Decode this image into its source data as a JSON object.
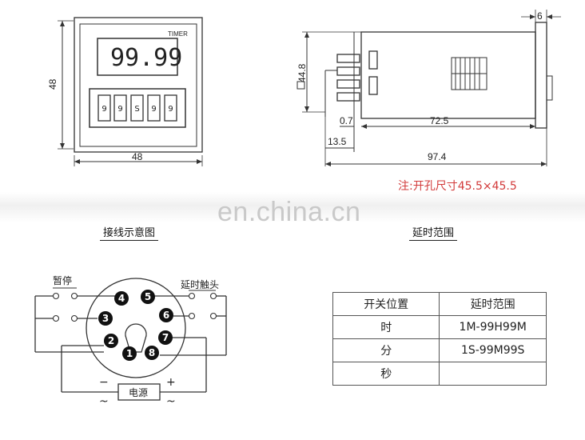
{
  "front_view": {
    "display": "99.99",
    "timer_label": "TIMER",
    "dial_digits": [
      "9",
      "9",
      "S",
      "9",
      "9"
    ],
    "dim_height": "48",
    "dim_width": "48"
  },
  "side_view": {
    "dim_width_top": "6",
    "dim_height": "44.8",
    "dim_a": "0.7",
    "dim_b": "72.5",
    "dim_c": "13.5",
    "dim_total": "97.4"
  },
  "note": "注:开孔尺寸45.5×45.5",
  "watermark": "en.china.cn",
  "captions": {
    "wiring": "接线示意图",
    "timing": "延时范围"
  },
  "wiring": {
    "pause_label": "暂停",
    "delay_contact_label": "延时触头",
    "power_label": "电源",
    "minus": "−",
    "plus": "+",
    "ac_left": "~",
    "ac_right": "~",
    "pins": [
      "1",
      "2",
      "3",
      "4",
      "5",
      "6",
      "7",
      "8"
    ]
  },
  "table": {
    "headers": [
      "开关位置",
      "延时范围"
    ],
    "rows": [
      [
        "时",
        "1M-99H99M"
      ],
      [
        "分",
        "1S-99M99S"
      ],
      [
        "秒",
        ""
      ]
    ]
  }
}
